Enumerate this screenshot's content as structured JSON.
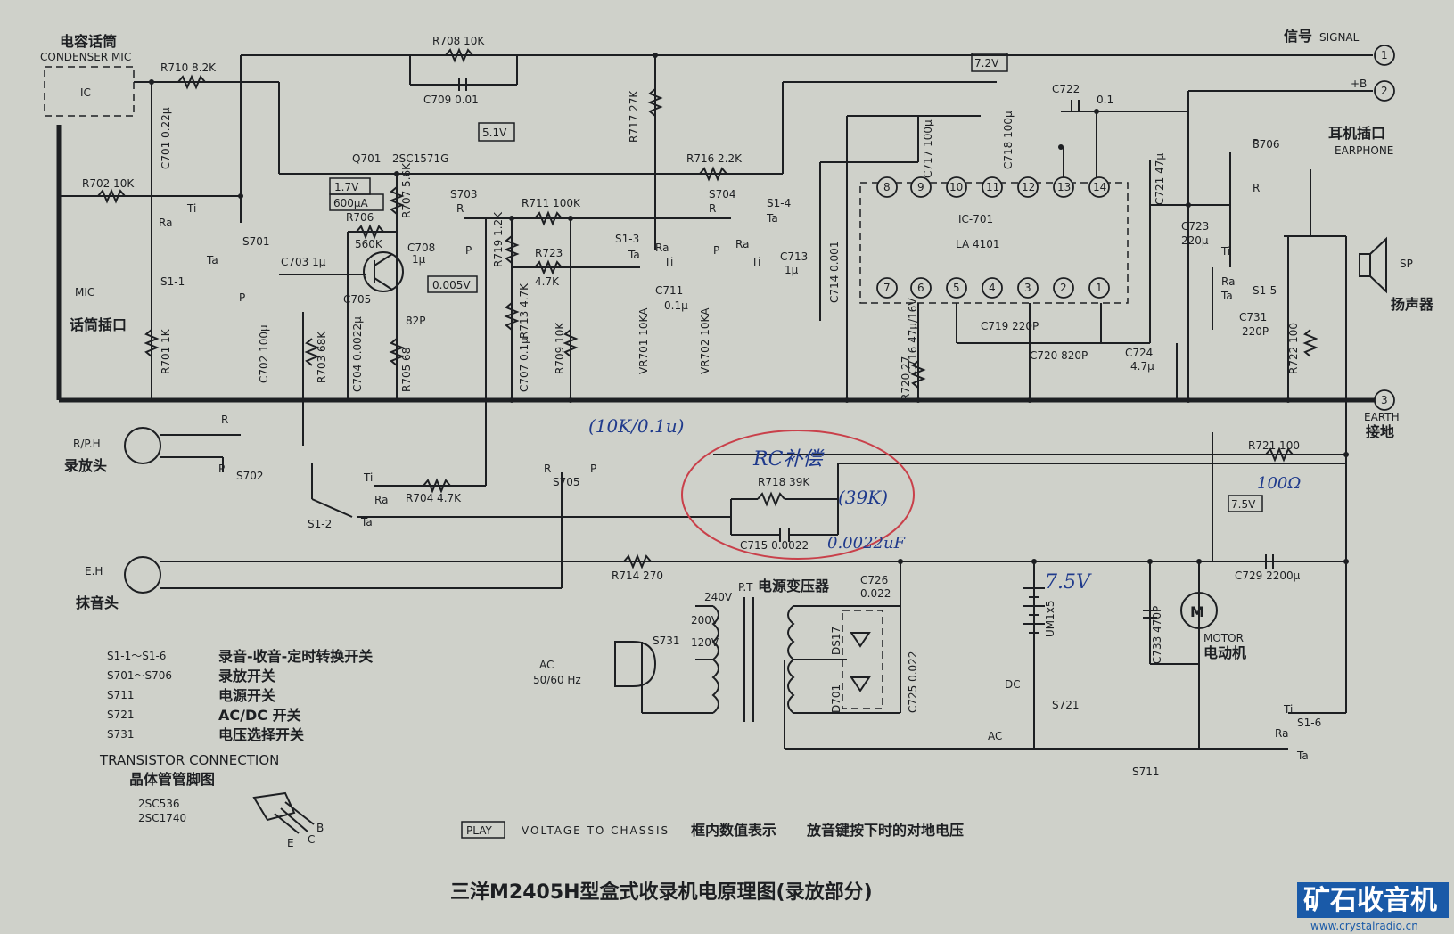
{
  "title": "三洋M2405H型盒式收录机电原理图(录放部分)",
  "watermark": {
    "brand": "矿石收音机",
    "url": "www.crystalradio.cn"
  },
  "terminals": [
    {
      "num": "1",
      "label": "信号",
      "sub": "SIGNAL"
    },
    {
      "num": "2",
      "label": "+B",
      "sub": ""
    },
    {
      "num": "3",
      "label": "EARTH",
      "sub": "接地"
    }
  ],
  "blocks": {
    "condenser_mic": {
      "cn": "电容话筒",
      "en": "CONDENSER MIC",
      "inner": "IC"
    },
    "mic_jack": {
      "en": "MIC",
      "cn": "话筒插口"
    },
    "rp_head": {
      "en": "R/P.H",
      "cn": "录放头"
    },
    "eh_head": {
      "en": "E.H",
      "cn": "抹音头"
    },
    "earphone": {
      "cn": "耳机插口",
      "en": "EARPHONE"
    },
    "speaker": {
      "en": "SP",
      "cn": "扬声器"
    },
    "motor": {
      "en": "MOTOR",
      "cn": "电动机",
      "sym": "M"
    },
    "transformer": {
      "cn": "电源变压器",
      "pt": "P.T"
    },
    "ac": {
      "line1": "AC",
      "line2": "50/60 Hz"
    },
    "ic701": {
      "name": "IC-701",
      "part": "LA 4101"
    }
  },
  "voltages": {
    "v72": "7.2V",
    "v51": "5.1V",
    "v17": "1.7V",
    "i600": "600μA",
    "v0005": "0.005V",
    "v75": "7.5V"
  },
  "components": {
    "r710": "R710 8.2K",
    "r708": "R708 10K",
    "c709": "C709 0.01",
    "r717": "R717 27K",
    "r716": "R716 2.2K",
    "c701": "C701 0.22μ",
    "r702": "R702 10K",
    "q701": "Q701",
    "q701_type": "2SC1571G",
    "r707": "R707 5.6K",
    "r706": "R706",
    "r706v": "560K",
    "s703": "S703",
    "r711": "R711 100K",
    "s704": "S704",
    "s1_4": "S1-4",
    "c708": "C708",
    "c708v": "1μ",
    "r719": "R719 1.2K",
    "r723": "R723",
    "r723v": "4.7K",
    "s1_3": "S1-3",
    "c713": "C713",
    "c713v": "1μ",
    "c714": "C714 0.001",
    "s701": "S701",
    "c703": "C703 1μ",
    "s1_1": "S1-1",
    "c705": "C705",
    "c705v": "82P",
    "c711": "C711",
    "c711v": "0.1μ",
    "r701": "R701 1K",
    "c702": "C702 100μ",
    "r703": "R703 68K",
    "c704": "C704 0.0022μ",
    "r705": "R705 68",
    "r713": "R713 4.7K",
    "c707": "C707 0.1μ",
    "r709": "R709 10K",
    "vr701": "VR701 10KA",
    "vr702": "VR702 10KA",
    "c717": "C717 100μ",
    "c718": "C718 100μ",
    "c722": "C722",
    "c722v": "0.1",
    "c721": "C721 47μ",
    "s706": "S706",
    "c723": "C723",
    "c723v": "220μ",
    "c716": "C716 47μ/16V",
    "c719": "C719 220P",
    "c720": "C720 820P",
    "r720": "R720 27",
    "c724": "C724",
    "c724v": "4.7μ",
    "s1_5": "S1-5",
    "c731": "C731",
    "c731v": "220P",
    "r722": "R722 100",
    "s702": "S702",
    "s705": "S705",
    "r721": "R721 100",
    "s1_2": "S1-2",
    "r704": "R704 4.7K",
    "r718": "R718 39K",
    "c715": "C715 0.0022",
    "r714": "R714 270",
    "c726": "C726",
    "c726v": "0.022",
    "c725": "C725 0.022",
    "d701": "D701",
    "ds17": "DS17",
    "c729": "C729 2200μ",
    "c733": "C733 470P",
    "battery": "UM1x5",
    "s731": "S731",
    "s721": "S721",
    "s711": "S711",
    "s1_6": "S1-6",
    "v240": "240V",
    "v200": "200V",
    "v120": "120V",
    "dc": "DC",
    "acsw": "AC"
  },
  "switch_letters": {
    "R": "R",
    "P": "P",
    "Ra": "Ra",
    "Ta": "Ta",
    "Ti": "Ti"
  },
  "legend": [
    {
      "code": "S1-1～S1-6",
      "desc": "录音-收音-定时转换开关"
    },
    {
      "code": "S701～S706",
      "desc": "录放开关"
    },
    {
      "code": "S711",
      "desc": "电源开关"
    },
    {
      "code": "S721",
      "desc": "AC/DC 开关"
    },
    {
      "code": "S731",
      "desc": "电压选择开关"
    }
  ],
  "transistor": {
    "title": "TRANSISTOR CONNECTION",
    "cn": "晶体管管脚图",
    "types": [
      "2SC536",
      "2SC1740"
    ],
    "pins": [
      "E",
      "C",
      "B"
    ]
  },
  "note": {
    "play": "PLAY",
    "text": "VOLTAGE TO CHASSIS",
    "cn1": "框内数值表示",
    "cn2": "放音键按下时的对地电压"
  },
  "annotations": {
    "rc": "RC补偿",
    "a1": "(10K/0.1u)",
    "a2": "(39K)",
    "a3": "100Ω",
    "a4": "0.0022uF",
    "a5": "7.5V"
  }
}
